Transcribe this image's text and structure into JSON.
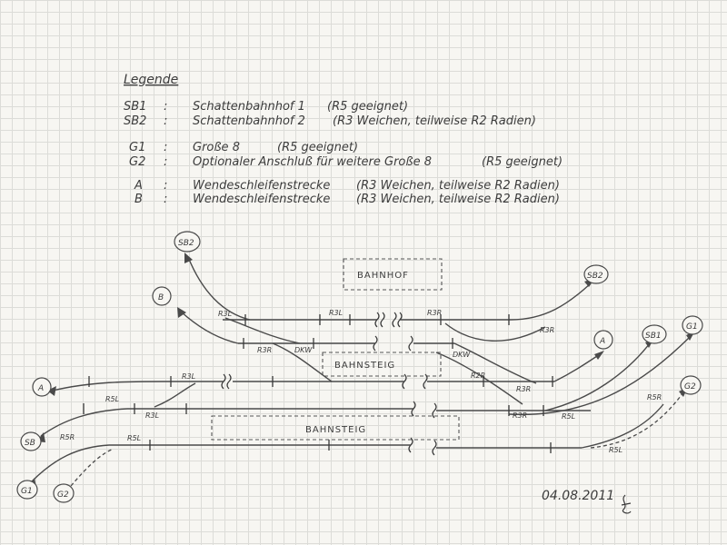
{
  "legend": {
    "title": "Legende",
    "rows": [
      {
        "code": "SB1",
        "sep": ":",
        "desc": "Schattenbahnhof 1",
        "note": "(R5 geeignet)"
      },
      {
        "code": "SB2",
        "sep": ":",
        "desc": "Schattenbahnhof 2",
        "note": "(R3 Weichen, teilweise R2 Radien)"
      },
      {
        "code": "G1",
        "sep": ":",
        "desc": "Große 8",
        "note": "(R5 geeignet)"
      },
      {
        "code": "G2",
        "sep": ":",
        "desc": "Optionaler Anschluß für weitere Große 8",
        "note": "(R5 geeignet)"
      },
      {
        "code": "A",
        "sep": ":",
        "desc": "Wendeschleifenstrecke",
        "note": "(R3 Weichen, teilweise R2 Radien)"
      },
      {
        "code": "B",
        "sep": ":",
        "desc": "Wendeschleifenstrecke",
        "note": "(R3 Weichen, teilweise R2 Radien)"
      }
    ]
  },
  "boxes": {
    "bahnhof": "BAHNHOF",
    "bahnsteig_upper": "BAHNSTEIG",
    "bahnsteig_lower": "BAHNSTEIG"
  },
  "connectors": {
    "sb2_left": "SB2",
    "b_left": "B",
    "a_left": "A",
    "sb1_left": "SB",
    "g1_left": "G1",
    "g2_left": "G2",
    "sb2_right": "SB2",
    "a_right": "A",
    "sb1_right": "SB1",
    "g1_right": "G1",
    "g2_right": "G2"
  },
  "track_labels": {
    "r3l_a": "R3L",
    "r3l_b": "R3L",
    "r3r_a": "R3R",
    "r3r_b": "R3R",
    "dkw_l": "DKW",
    "dkw_r": "DKW",
    "r3l_c": "R3L",
    "r5l_a": "R5L",
    "r3l_d": "R3L",
    "r5r_a": "R5R",
    "r5l_b": "R5L",
    "r3r_c": "R3R",
    "r2r": "R2R",
    "r3r_d": "R3R",
    "r5l_c": "R5L",
    "r5r_b": "R5R",
    "r5l_d": "R5L",
    "r3r_e": "R3R"
  },
  "date": "04.08.2011"
}
